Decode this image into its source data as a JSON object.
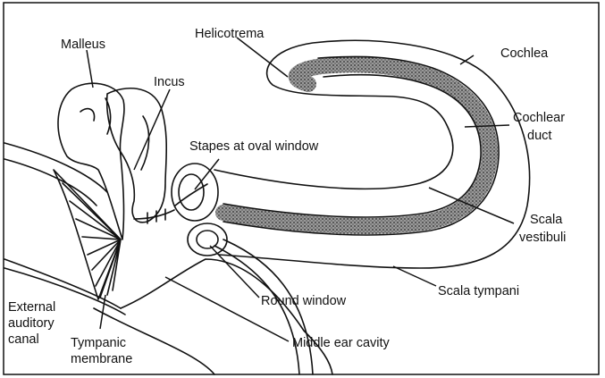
{
  "labels": {
    "malleus": "Malleus",
    "incus": "Incus",
    "helicotrema": "Helicotrema",
    "cochlea": "Cochlea",
    "cochlear_line1": "Cochlear",
    "cochlear_line2": "duct",
    "stapes": "Stapes at oval window",
    "scala_vest_line1": "Scala",
    "scala_vest_line2": "vestibuli",
    "round_window": "Round window",
    "scala_tympani": "Scala tympani",
    "external_line1": "External",
    "external_line2": "auditory",
    "external_line3": "canal",
    "tympanic_line1": "Tympanic",
    "tympanic_line2": "membrane",
    "middle_ear": "Middle ear cavity"
  },
  "colors": {
    "ink": "#111111",
    "stipple": "#5a5a5a",
    "background": "#ffffff"
  }
}
